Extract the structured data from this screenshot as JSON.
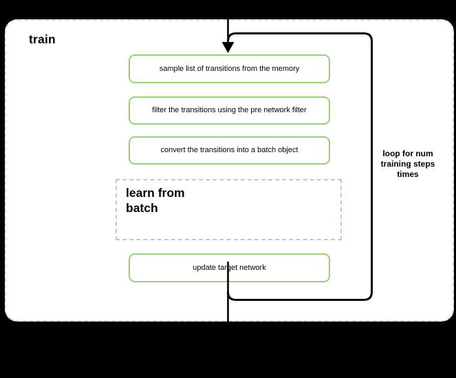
{
  "diagram": {
    "title": "train",
    "steps": [
      {
        "label": "sample list of transitions from the memory"
      },
      {
        "label": "filter the transitions using the pre network filter"
      },
      {
        "label": "convert the transitions into a batch object"
      }
    ],
    "group": {
      "label": "learn from batch"
    },
    "final_step": {
      "label": "update target network"
    },
    "loop_note": "loop for num training steps times"
  },
  "colors": {
    "background": "#000000",
    "panel_fill": "#ffffff",
    "node_border_green": "#97d077",
    "connector_black": "#000000",
    "panel_dash_gray": "#d9d9d9",
    "group_dash_gray": "#c6c6c6"
  },
  "icons": {
    "flow_arrowhead": "filled triangle pointing down"
  }
}
